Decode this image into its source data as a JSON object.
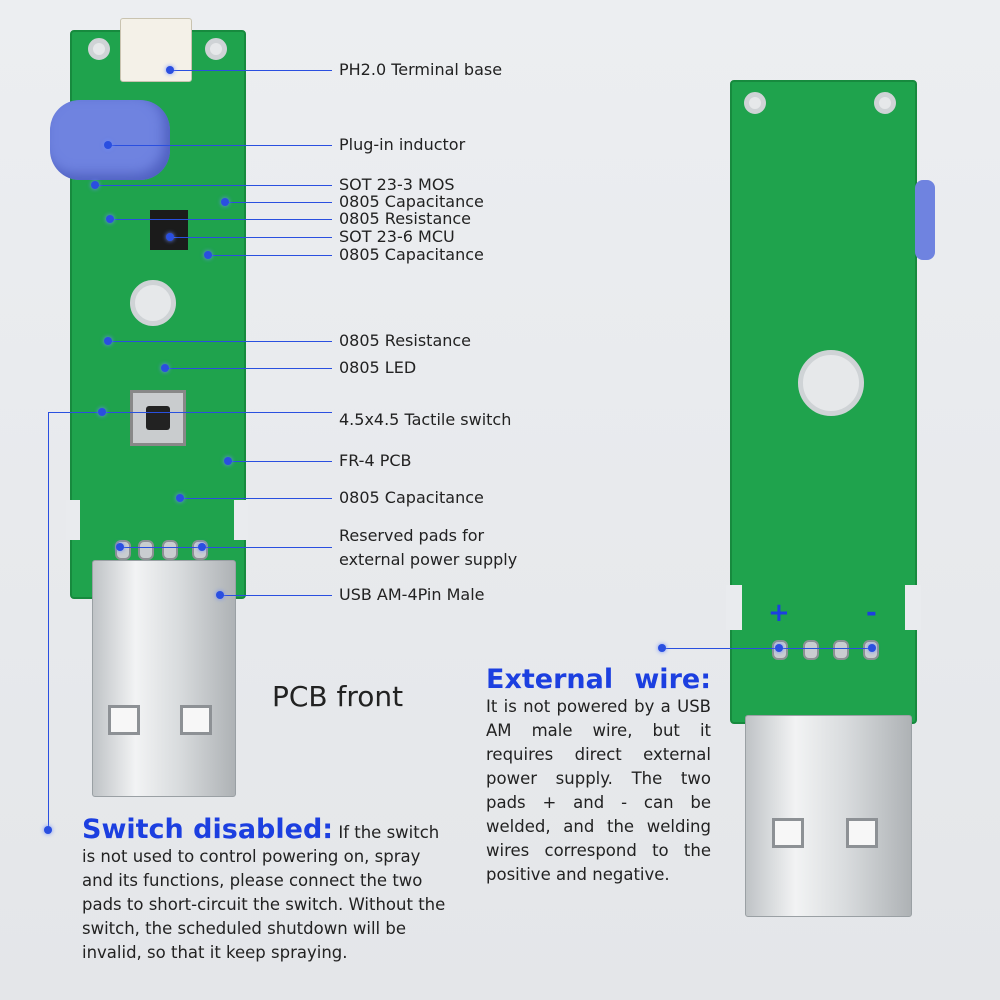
{
  "labels": [
    "PH2.0 Terminal base",
    "Plug-in inductor",
    "SOT 23-3 MOS",
    "0805 Capacitance",
    "0805 Resistance",
    "SOT 23-6 MCU",
    "0805 Capacitance",
    "0805 Resistance",
    "0805 LED",
    "4.5x4.5 Tactile switch",
    "FR-4 PCB",
    "0805 Capacitance",
    "Reserved pads for",
    "external power supply",
    "USB AM-4Pin Male"
  ],
  "pcb_front_caption": "PCB front",
  "switch_note": {
    "heading": "Switch disabled:",
    "text": "If the switch is not used to control powering on, spray and its functions, please connect the two pads to short-circuit the switch. Without the switch, the scheduled shutdown will be invalid, so that it keep spraying."
  },
  "external_note": {
    "heading": "External wire:",
    "text": "It is not powered by a USB AM male wire, but it requires direct external power supply. The two pads + and - can be welded, and the welding wires correspond to the positive and negative."
  },
  "back_pad_plus": "+",
  "back_pad_minus": "-",
  "accent": "#1c3fe0",
  "pcb_green": "#1fa34d"
}
